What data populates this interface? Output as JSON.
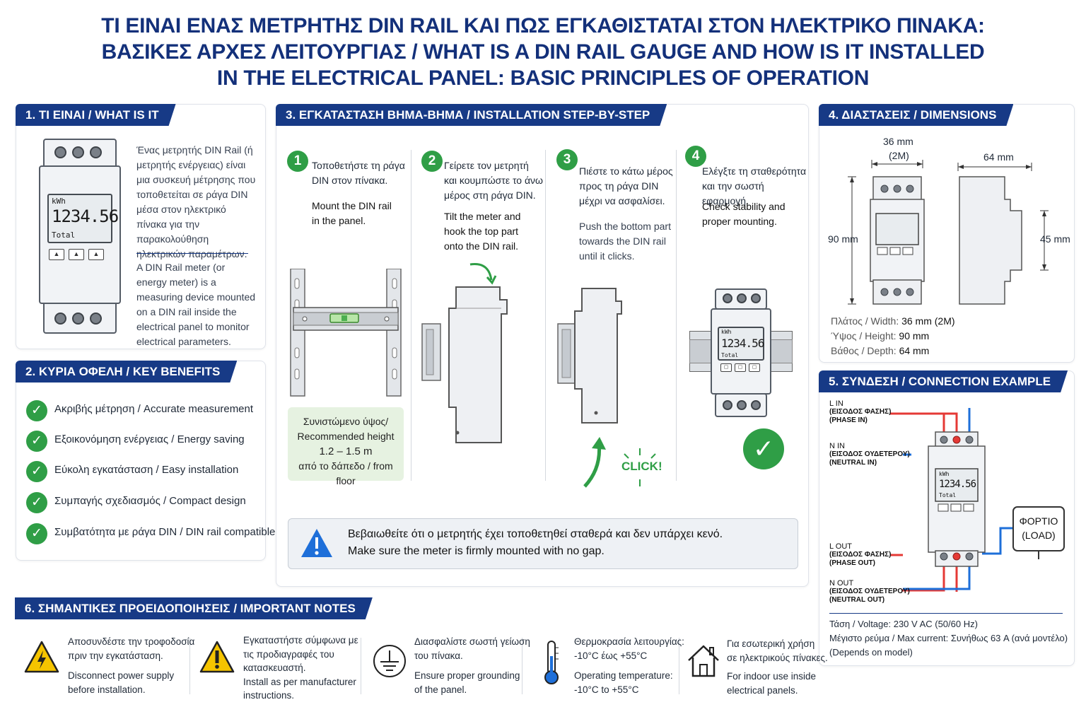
{
  "title": {
    "line1": "ΤΙ ΕΙΝΑΙ ΕΝΑΣ ΜΕΤΡΗΤΗΣ DIN RAIL ΚΑΙ ΠΩΣ ΕΓΚΑΘΙΣΤΑΤΑΙ ΣΤΟΝ ΗΛΕΚΤΡΙΚΟ ΠΙΝΑΚΑ:",
    "line2": "ΒΑΣΙΚΕΣ ΑΡΧΕΣ ΛΕΙΤΟΥΡΓΙΑΣ / WHAT IS A DIN RAIL GAUGE AND HOW IS IT INSTALLED",
    "line3": "IN THE ELECTRICAL PANEL: BASIC PRINCIPLES OF OPERATION"
  },
  "meter": {
    "unit": "kWh",
    "reading": "1234.56",
    "total": "Total"
  },
  "s1": {
    "header": "1. ΤΙ ΕΙΝΑΙ / WHAT IS IT",
    "greek": "Ένας μετρητής DIN Rail (ή μετρητής ενέργειας) είναι μια συσκευή μέτρησης που τοποθετείται σε ράγα DIN μέσα στον ηλεκτρικό πίνακα για την παρακολούθηση ηλεκτρικών παραμέτρων.",
    "english": "A DIN Rail meter (or energy meter) is a measuring device mounted on a DIN rail inside the electrical panel to monitor electrical parameters."
  },
  "s2": {
    "header": "2. ΚΥΡΙΑ ΟΦΕΛΗ / KEY BENEFITS",
    "items": [
      "Ακριβής μέτρηση / Accurate measurement",
      "Εξοικονόμηση ενέργειας / Energy saving",
      "Εύκολη εγκατάσταση / Easy installation",
      "Συμπαγής σχεδιασμός / Compact design",
      "Συμβατότητα με ράγα DIN / DIN rail compatible"
    ]
  },
  "s3": {
    "header": "3. ΕΓΚΑΤΑΣΤΑΣΗ ΒΗΜΑ-ΒΗΜΑ / INSTALLATION STEP-BY-STEP",
    "steps": [
      {
        "n": "1",
        "greek": "Τοποθετήστε τη ράγα DIN στον πίνακα.",
        "english": "Mount the DIN rail in the panel."
      },
      {
        "n": "2",
        "greek": "Γείρετε τον μετρητή και κουμπώστε το άνω μέρος στη ράγα DIN.",
        "english": "Tilt the meter and hook the top part onto the DIN rail."
      },
      {
        "n": "3",
        "greek": "Πιέστε το κάτω μέρος προς τη ράγα DIN μέχρι να ασφαλίσει.",
        "english": "Push the bottom part towards the DIN rail until it clicks."
      },
      {
        "n": "4",
        "greek": "Ελέγξτε τη σταθερότητα και την σωστή εφαρμογή.",
        "english": "Check stability and proper mounting."
      }
    ],
    "recommended": {
      "line1": "Συνιστώμενο ύψος/",
      "line2": "Recommended height",
      "value": "1.2 – 1.5 m",
      "line4": "από το δάπεδο / from floor"
    },
    "click": "CLICK!",
    "warning_greek": "Βεβαιωθείτε ότι ο μετρητής έχει τοποθετηθεί σταθερά και δεν υπάρχει κενό.",
    "warning_english": "Make sure the meter is firmly mounted with no gap."
  },
  "s4": {
    "header": "4. ΔΙΑΣΤΑΣΕΙΣ / DIMENSIONS",
    "width_label": "36 mm",
    "width_sub": "(2M)",
    "depth_label": "64 mm",
    "height_label": "90 mm",
    "side_label": "45 mm",
    "specs": [
      {
        "k": "Πλάτος / Width:",
        "v": "36 mm (2M)"
      },
      {
        "k": "Ύψος / Height:",
        "v": "90 mm"
      },
      {
        "k": "Βάθος / Depth:",
        "v": "64 mm"
      }
    ]
  },
  "s5": {
    "header": "5. ΣΥΝΔΕΣΗ / CONNECTION EXAMPLE",
    "l_in": {
      "a": "L IN",
      "b": "(ΕΙΣΟΔΟΣ ΦΑΣΗΣ)",
      "c": "(PHASE IN)"
    },
    "n_in": {
      "a": "N IN",
      "b": "(ΕΙΣΟΔΟΣ ΟΥΔΕΤΕΡΟΥ)",
      "c": "(NEUTRAL IN)"
    },
    "l_out": {
      "a": "L OUT",
      "b": "(ΕΙΣΟΔΟΣ ΦΑΣΗΣ)",
      "c": "(PHASE OUT)"
    },
    "n_out": {
      "a": "N OUT",
      "b": "(ΕΙΣΟΔΟΣ ΟΥΔΕΤΕΡΟΥ)",
      "c": "(NEUTRAL OUT)"
    },
    "load_a": "ΦΟΡΤΙΟ",
    "load_b": "(LOAD)",
    "voltage": "Τάση / Voltage: 230 V AC (50/60 Hz)",
    "current": "Μέγιστο ρεύμα / Max current: Συνήθως 63 A (ανά μοντέλο)",
    "depends": "(Depends on model)"
  },
  "s6": {
    "header": "6. ΣΗΜΑΝΤΙΚΕΣ ΠΡΟΕΙΔΟΠΟΙΗΣΕΙΣ / IMPORTANT NOTES",
    "notes": [
      {
        "g1": "Αποσυνδέστε την τροφοδοσία",
        "g2": "πριν την εγκατάσταση.",
        "e1": "Disconnect power supply",
        "e2": "before installation."
      },
      {
        "g1": "Εγκαταστήστε σύμφωνα με",
        "g2": "τις προδιαγραφές του",
        "g3": "κατασκευαστή.",
        "e1": "Install as per manufacturer",
        "e2": "instructions."
      },
      {
        "g1": "Διασφαλίστε σωστή γείωση",
        "g2": "του πίνακα.",
        "e1": "Ensure proper grounding",
        "e2": "of the panel."
      },
      {
        "g1": "Θερμοκρασία λειτουργίας:",
        "g2": "-10°C έως +55°C",
        "e1": "Operating temperature:",
        "e2": "-10°C to +55°C"
      },
      {
        "g1": "Για εσωτερική χρήση",
        "g2": "σε ηλεκτρικούς πίνακες.",
        "e1": "For indoor use inside",
        "e2": "electrical panels."
      }
    ]
  },
  "colors": {
    "navy": "#173a86",
    "green": "#2f9e46",
    "red": "#e53935",
    "blue": "#1e6fd9"
  }
}
